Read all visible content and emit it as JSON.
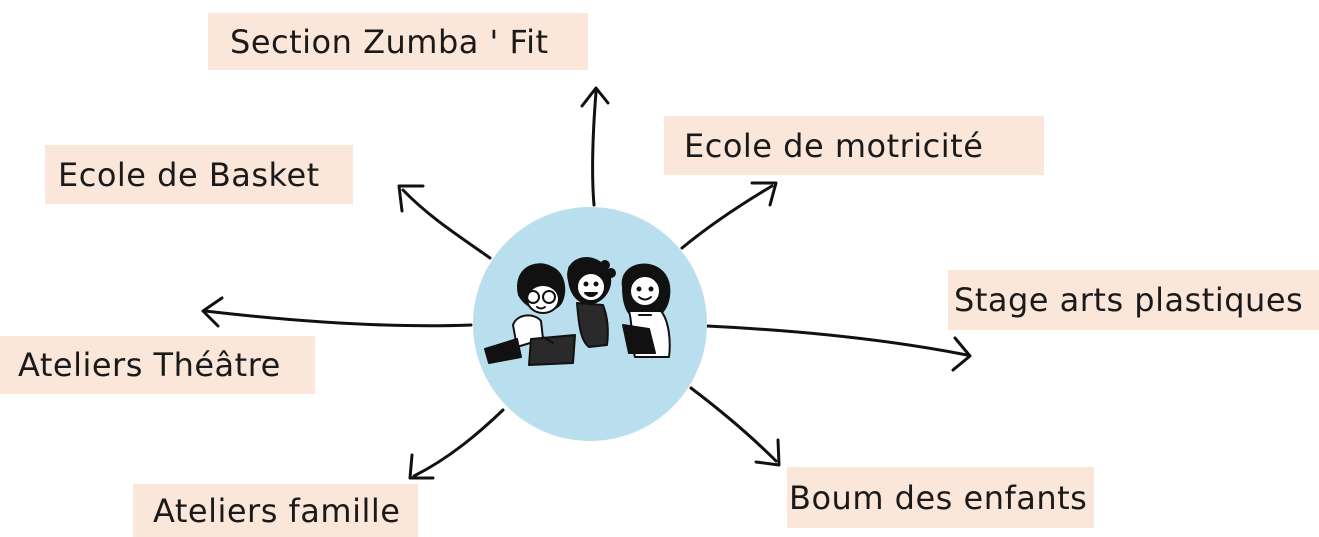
{
  "diagram": {
    "hub": {
      "circle_color": "#b9dfee",
      "illustration": "three-children-reading-icon"
    },
    "activities": [
      {
        "id": "zumba",
        "label": "Section Zumba ' Fit"
      },
      {
        "id": "motricite",
        "label": "Ecole de motricité"
      },
      {
        "id": "basket",
        "label": "Ecole de Basket"
      },
      {
        "id": "arts",
        "label": "Stage arts plastiques"
      },
      {
        "id": "theatre",
        "label": "Ateliers Théâtre"
      },
      {
        "id": "famille",
        "label": "Ateliers famille"
      },
      {
        "id": "boum",
        "label": "Boum des enfants"
      }
    ],
    "label_background": "#fbe6da",
    "arrow_color": "#111111"
  }
}
